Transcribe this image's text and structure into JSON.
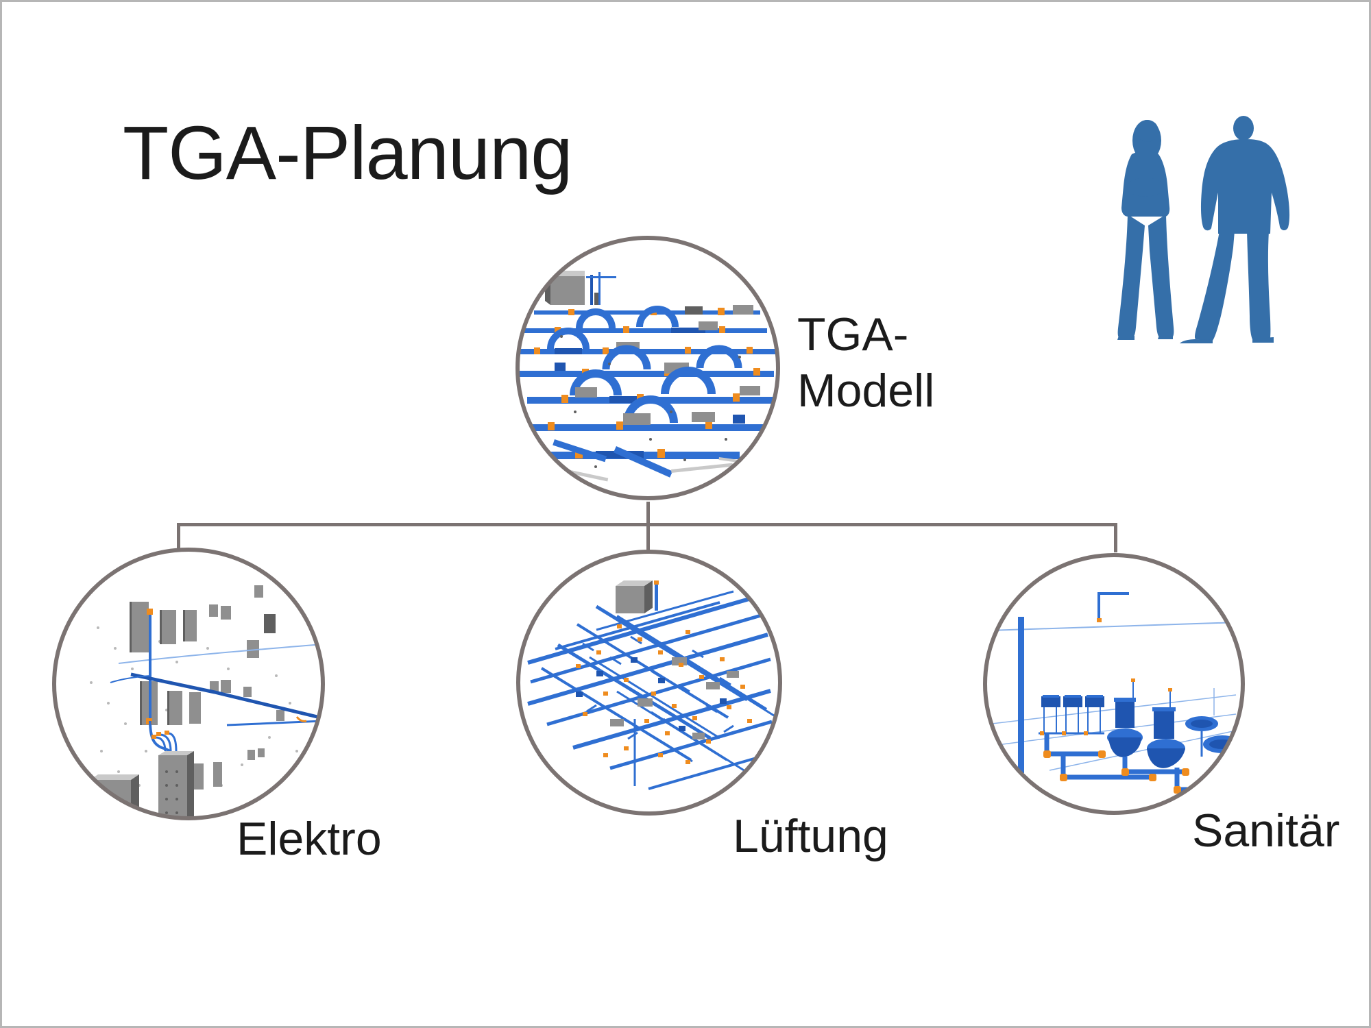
{
  "slide": {
    "title": "TGA-Planung",
    "background_color": "#ffffff",
    "border_color": "#b6b6b6",
    "text_color": "#1b1b1b"
  },
  "diagram": {
    "type": "tree",
    "connector_color": "#7b7372",
    "root": {
      "id": "tga-modell",
      "label_lines": [
        "TGA-",
        "Modell"
      ],
      "image": "3d-bim-tga-model-thumbnail"
    },
    "children": [
      {
        "id": "elektro",
        "label": "Elektro",
        "image": "3d-electrical-model-thumbnail"
      },
      {
        "id": "lueftung",
        "label": "Lüftung",
        "image": "3d-ventilation-model-thumbnail"
      },
      {
        "id": "sanitaer",
        "label": "Sanitär",
        "image": "3d-sanitary-model-thumbnail"
      }
    ],
    "colors": {
      "pipe_blue": "#2f6fd2",
      "pipe_blue_dark": "#1f55b0",
      "pipe_blue_light": "#8db4ea",
      "fitting_orange": "#ef8c1e",
      "equipment_gray": "#8f8f8f",
      "circle_stroke": "#7b7372"
    },
    "people_icon_color": "#356fa9"
  }
}
